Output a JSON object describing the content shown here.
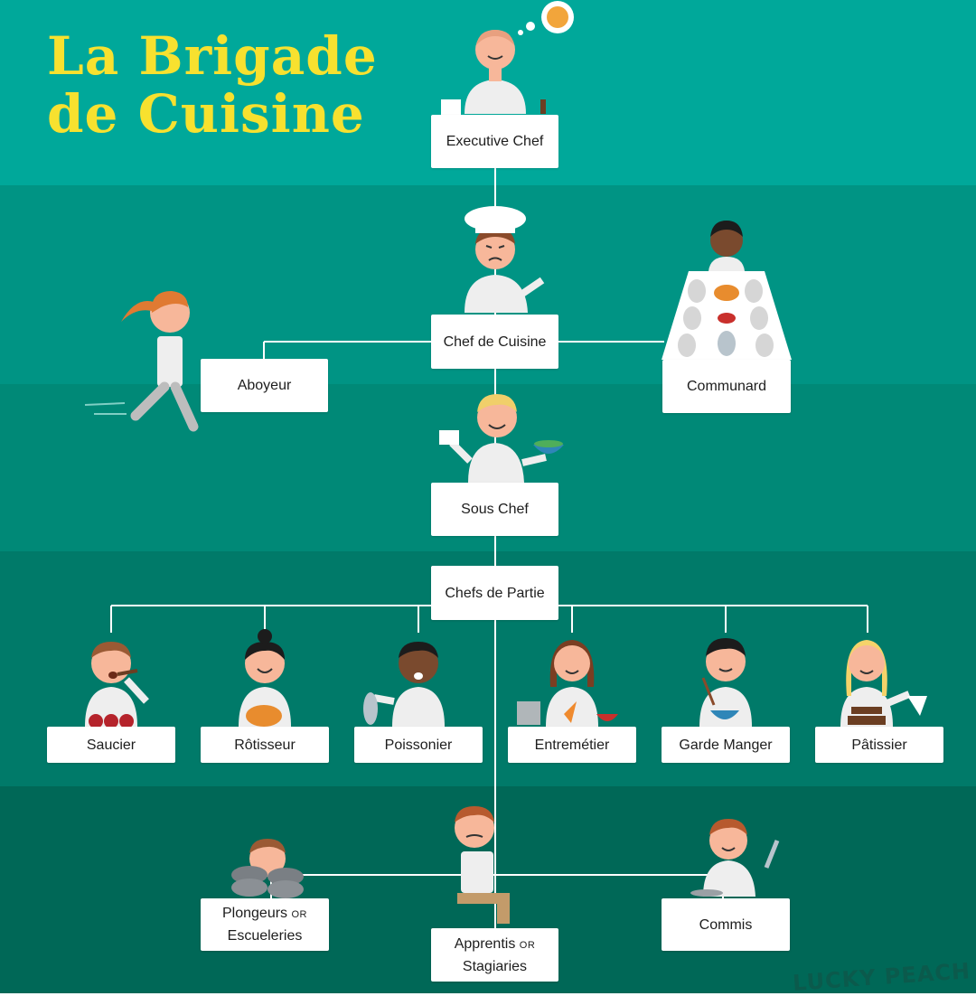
{
  "title_line1": "La Brigade",
  "title_line2": "de Cuisine",
  "watermark": "LUCKY PEACH",
  "colors": {
    "band1": "#00a89a",
    "band2": "#009484",
    "band3": "#008977",
    "band4": "#007a69",
    "band5": "#006857",
    "title": "#f7e12f",
    "box": "#ffffff",
    "line": "#ffffff",
    "coat": "#eeeeee",
    "skin": "#f7b79a"
  },
  "nodes": {
    "executive_chef": "Executive Chef",
    "chef_de_cuisine": "Chef de Cuisine",
    "aboyeur": "Aboyeur",
    "communard": "Communard",
    "sous_chef": "Sous Chef",
    "chefs_de_partie": "Chefs de Partie",
    "saucier": "Saucier",
    "rotisseur": "Rôtisseur",
    "poissonier": "Poissonier",
    "entremetier": "Entremétier",
    "garde_manger": "Garde Manger",
    "patissier": "Pâtissier",
    "plongeurs": "Plongeurs",
    "escueleries": "Escueleries",
    "apprentis": "Apprentis",
    "stagiaries": "Stagiaries",
    "commis": "Commis",
    "or": "OR"
  }
}
